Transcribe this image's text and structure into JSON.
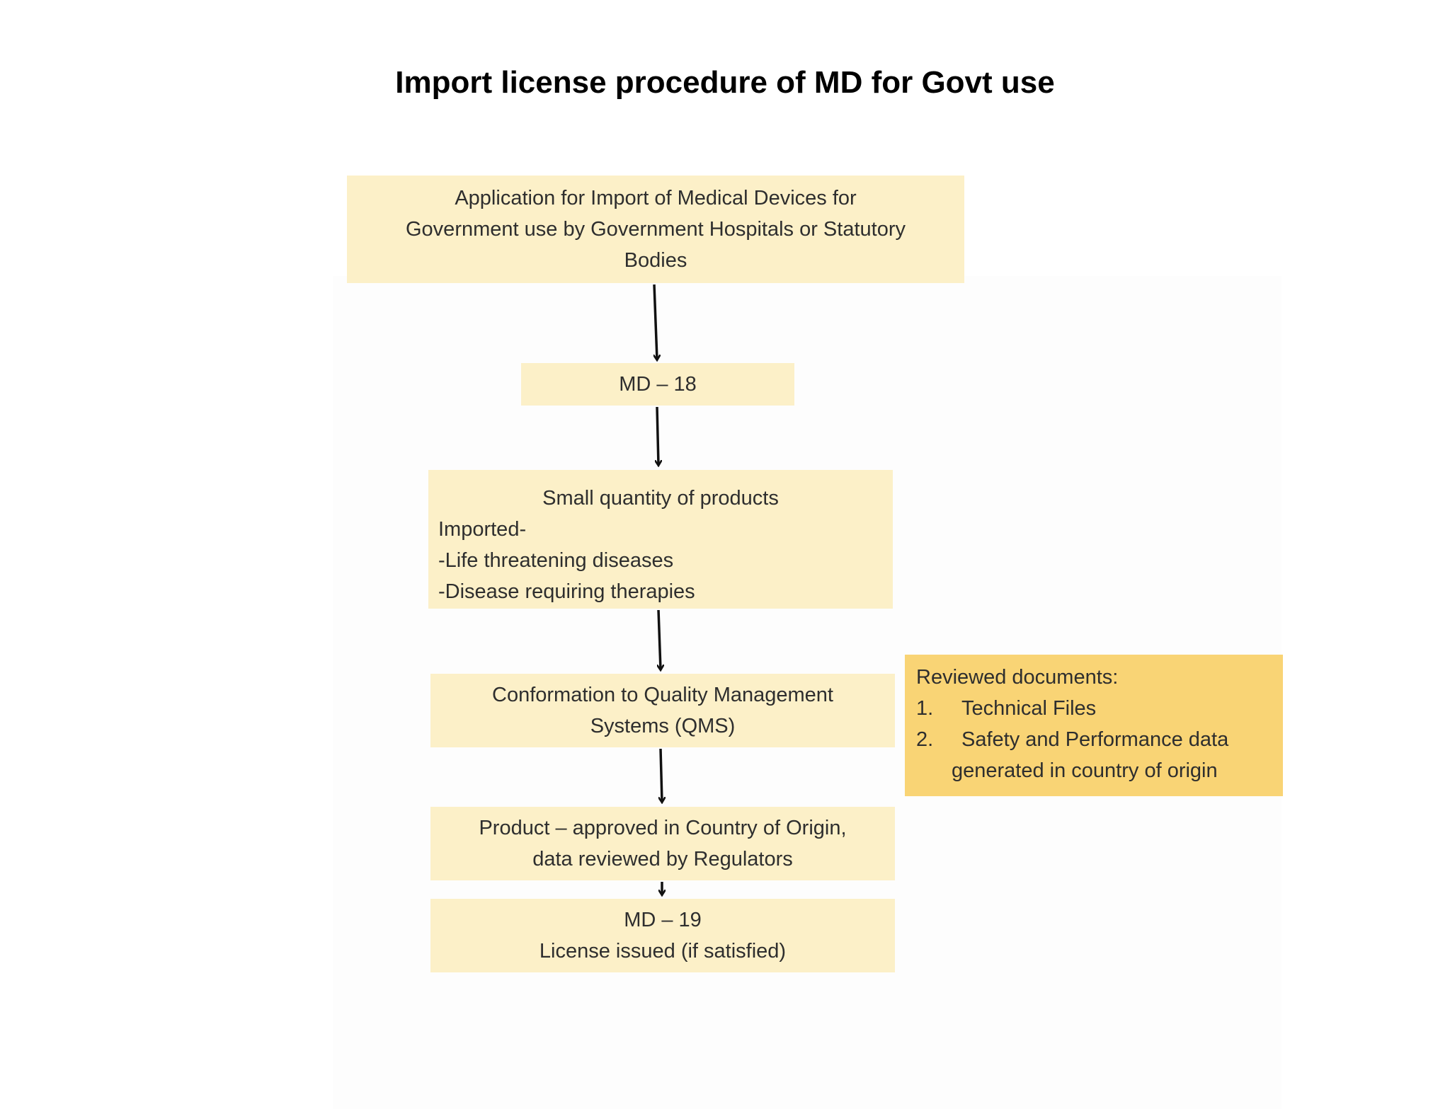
{
  "title": "Import license procedure of MD for Govt use",
  "flow": {
    "step1": {
      "lines": [
        "Application for Import of Medical Devices for",
        "Government use by Government Hospitals or  Statutory",
        "Bodies"
      ]
    },
    "step2": {
      "lines": [
        "MD – 18"
      ]
    },
    "step3": {
      "heading": "Small quantity of products",
      "lines": [
        "Imported-",
        "-Life threatening diseases",
        "-Disease requiring therapies"
      ]
    },
    "step4": {
      "lines": [
        "Conformation to Quality Management",
        "Systems (QMS)"
      ]
    },
    "step5": {
      "lines": [
        "Product – approved in Country of Origin,",
        "data reviewed by Regulators"
      ]
    },
    "step6": {
      "lines": [
        "MD – 19",
        "License issued (if satisfied)"
      ]
    }
  },
  "side_note": {
    "heading": "Reviewed documents:",
    "items": [
      {
        "num": "1.",
        "text": "Technical Files"
      },
      {
        "num": "2.",
        "text": "Safety and Performance data"
      }
    ],
    "continuation": "generated in country of origin"
  },
  "colors": {
    "box_fill": "#fcf0c8",
    "side_box_fill": "#f9d475",
    "arrow": "#111111"
  }
}
